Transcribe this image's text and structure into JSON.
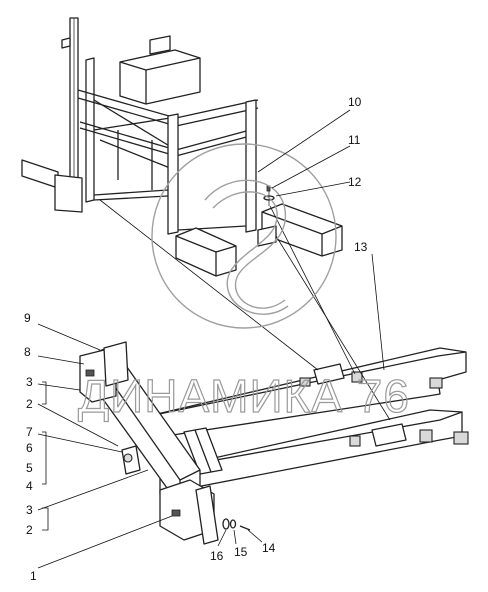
{
  "callouts": [
    {
      "id": "c10",
      "text": "10"
    },
    {
      "id": "c11",
      "text": "11"
    },
    {
      "id": "c12",
      "text": "12"
    },
    {
      "id": "c13",
      "text": "13"
    },
    {
      "id": "c9",
      "text": "9"
    },
    {
      "id": "c8",
      "text": "8"
    },
    {
      "id": "c3a",
      "text": "3"
    },
    {
      "id": "c2a",
      "text": "2"
    },
    {
      "id": "c7",
      "text": "7"
    },
    {
      "id": "c6",
      "text": "6"
    },
    {
      "id": "c5",
      "text": "5"
    },
    {
      "id": "c4",
      "text": "4"
    },
    {
      "id": "c3b",
      "text": "3"
    },
    {
      "id": "c2b",
      "text": "2"
    },
    {
      "id": "c1",
      "text": "1"
    },
    {
      "id": "c16",
      "text": "16"
    },
    {
      "id": "c15",
      "text": "15"
    },
    {
      "id": "c14",
      "text": "14"
    }
  ],
  "watermark": {
    "text": "ДИНАМИКА 76"
  },
  "colors": {
    "ink": "#222222",
    "watermark": "#9a9a9a",
    "background": "#ffffff"
  }
}
